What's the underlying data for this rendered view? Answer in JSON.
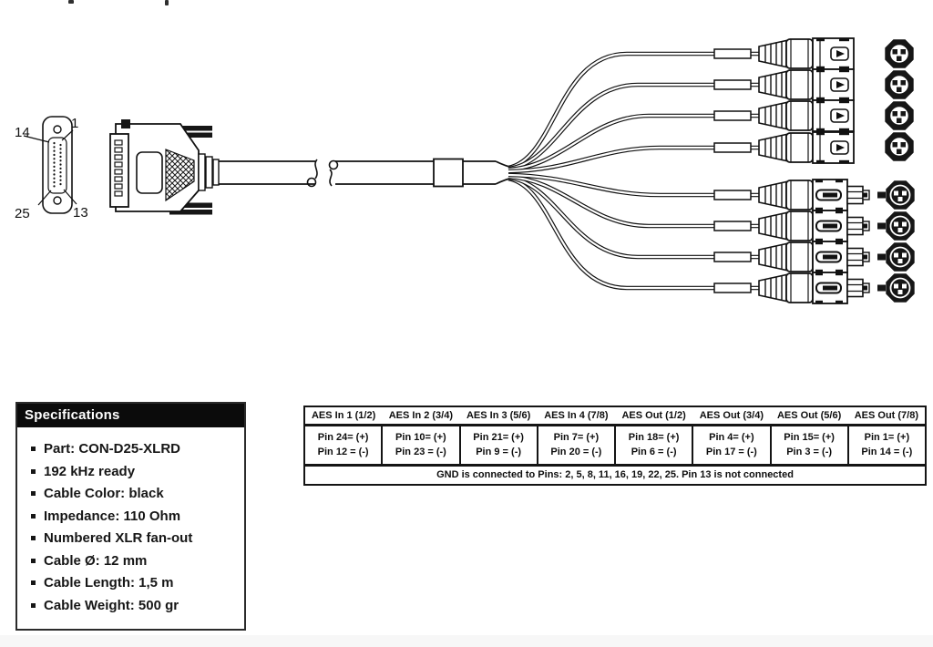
{
  "page": {
    "background": "#ffffff",
    "line_color": "#151515"
  },
  "diagram": {
    "db25_labels": {
      "top_left": "14",
      "top_right": "1",
      "bottom_left": "25",
      "bottom_right": "13"
    }
  },
  "specifications": {
    "title": "Specifications",
    "items": [
      "Part: CON-D25-XLRD",
      "192 kHz ready",
      "Cable Color: black",
      "Impedance: 110 Ohm",
      "Numbered XLR fan-out",
      "Cable Ø: 12 mm",
      "Cable Length: 1,5 m",
      "Cable Weight: 500 gr"
    ]
  },
  "pinout_table": {
    "columns": [
      {
        "header": "AES In 1 (1/2)",
        "plus": "Pin 24= (+)",
        "minus": "Pin 12 = (-)"
      },
      {
        "header": "AES In 2 (3/4)",
        "plus": "Pin 10= (+)",
        "minus": "Pin 23 = (-)"
      },
      {
        "header": "AES In 3 (5/6)",
        "plus": "Pin 21= (+)",
        "minus": "Pin 9 = (-)"
      },
      {
        "header": "AES In 4 (7/8)",
        "plus": "Pin 7= (+)",
        "minus": "Pin 20 = (-)"
      },
      {
        "header": "AES Out (1/2)",
        "plus": "Pin 18= (+)",
        "minus": "Pin 6 = (-)"
      },
      {
        "header": "AES Out (3/4)",
        "plus": "Pin 4= (+)",
        "minus": "Pin 17 = (-)"
      },
      {
        "header": "AES Out (5/6)",
        "plus": "Pin 15= (+)",
        "minus": "Pin 3 = (-)"
      },
      {
        "header": "AES Out (7/8)",
        "plus": "Pin 1= (+)",
        "minus": "Pin 14 = (-)"
      }
    ],
    "footer": "GND is connected to Pins: 2, 5, 8, 11, 16, 19, 22, 25. Pin 13 is not connected"
  }
}
